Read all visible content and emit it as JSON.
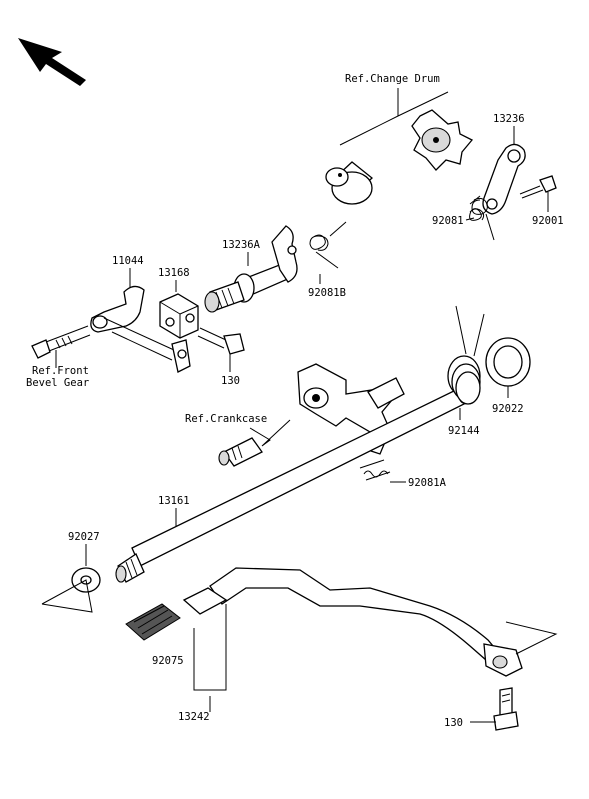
{
  "diagram": {
    "references": {
      "change_drum": "Ref.Change Drum",
      "front_bevel_gear_line1": "Ref.Front",
      "front_bevel_gear_line2": "Bevel Gear",
      "crankcase": "Ref.Crankcase"
    },
    "part_numbers": {
      "p13236": "13236",
      "p92001": "92001",
      "p92081": "92081",
      "p13236A": "13236A",
      "p92081B": "92081B",
      "p11044": "11044",
      "p13168": "13168",
      "p130_top": "130",
      "p92022": "92022",
      "p92144": "92144",
      "p92081A": "92081A",
      "p13161": "13161",
      "p92027": "92027",
      "p92075": "92075",
      "p13242": "13242",
      "p130_bottom": "130"
    },
    "colors": {
      "line": "#000000",
      "background": "#ffffff",
      "shade": "#d9d9d9"
    }
  }
}
